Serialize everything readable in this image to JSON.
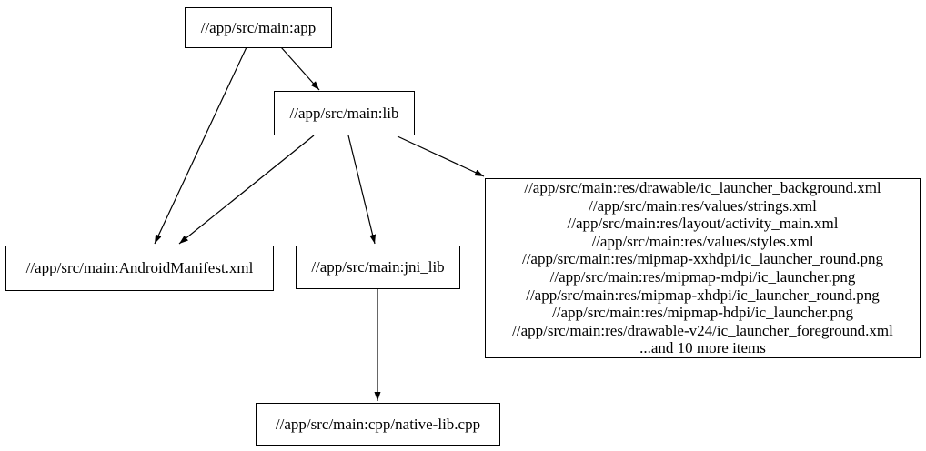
{
  "diagram": {
    "type": "dependency-graph",
    "background_color": "#ffffff",
    "node_border_color": "#000000",
    "node_fill_color": "#ffffff",
    "edge_color": "#000000",
    "text_color": "#000000",
    "nodes": {
      "app": {
        "label": "//app/src/main:app"
      },
      "lib": {
        "label": "//app/src/main:lib"
      },
      "manifest": {
        "label": "//app/src/main:AndroidManifest.xml"
      },
      "jni_lib": {
        "label": "//app/src/main:jni_lib"
      },
      "res_group": {
        "lines": [
          "//app/src/main:res/drawable/ic_launcher_background.xml",
          "//app/src/main:res/values/strings.xml",
          "//app/src/main:res/layout/activity_main.xml",
          "//app/src/main:res/values/styles.xml",
          "//app/src/main:res/mipmap-xxhdpi/ic_launcher_round.png",
          "//app/src/main:res/mipmap-mdpi/ic_launcher.png",
          "//app/src/main:res/mipmap-xhdpi/ic_launcher_round.png",
          "//app/src/main:res/mipmap-hdpi/ic_launcher.png",
          "//app/src/main:res/drawable-v24/ic_launcher_foreground.xml",
          "...and 10 more items"
        ]
      },
      "native_lib": {
        "label": "//app/src/main:cpp/native-lib.cpp"
      }
    },
    "edges": [
      {
        "from": "//app/src/main:app",
        "to": "//app/src/main:lib"
      },
      {
        "from": "//app/src/main:app",
        "to": "//app/src/main:AndroidManifest.xml"
      },
      {
        "from": "//app/src/main:lib",
        "to": "//app/src/main:AndroidManifest.xml"
      },
      {
        "from": "//app/src/main:lib",
        "to": "//app/src/main:jni_lib"
      },
      {
        "from": "//app/src/main:lib",
        "to": "//app/src/main:res files group"
      },
      {
        "from": "//app/src/main:jni_lib",
        "to": "//app/src/main:cpp/native-lib.cpp"
      }
    ]
  }
}
